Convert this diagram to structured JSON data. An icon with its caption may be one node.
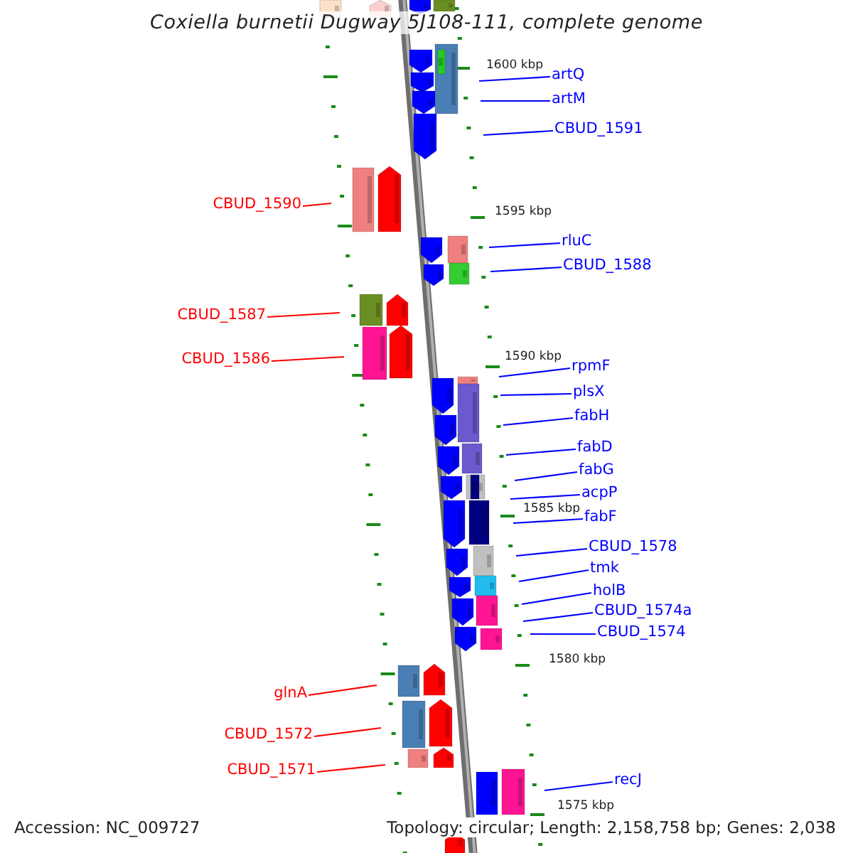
{
  "diagram": {
    "title": "Coxiella burnetii Dugway 5J108-111, complete genome",
    "nodes": [
      {
        "text": [
          "artQ"
        ]
      },
      {
        "text": [
          "artM"
        ]
      },
      {
        "text": [
          "CBUD_1591"
        ]
      },
      {
        "text": [
          "CBUD_1590"
        ]
      },
      {
        "text": [
          "rluC"
        ]
      },
      {
        "text": [
          "CBUD_1588"
        ]
      },
      {
        "text": [
          "CBUD_1587"
        ]
      },
      {
        "text": [
          "CBUD_1586"
        ]
      },
      {
        "text": [
          "rpmF"
        ]
      },
      {
        "text": [
          "plsX"
        ]
      },
      {
        "text": [
          "fabH"
        ]
      },
      {
        "text": [
          "fabD"
        ]
      },
      {
        "text": [
          "fabG"
        ]
      },
      {
        "text": [
          "acpP"
        ]
      },
      {
        "text": [
          "fabF"
        ]
      },
      {
        "text": [
          "CBUD_1578"
        ]
      },
      {
        "text": [
          "tmk"
        ]
      },
      {
        "text": [
          "holB"
        ]
      },
      {
        "text": [
          "CBUD_1574a"
        ]
      },
      {
        "text": [
          "CBUD_1574"
        ]
      },
      {
        "text": [
          "glnA"
        ]
      },
      {
        "text": [
          "CBUD_1572"
        ]
      },
      {
        "text": [
          "CBUD_1571"
        ]
      },
      {
        "text": [
          "recJ"
        ]
      }
    ],
    "edges": [
      {
        "from": 0,
        "to": null,
        "arrow": "none"
      },
      {
        "from": 1,
        "to": null,
        "arrow": "none"
      },
      {
        "from": 2,
        "to": null,
        "arrow": "none"
      },
      {
        "from": 3,
        "to": null,
        "arrow": "none",
        "color": "#ff0000"
      },
      {
        "from": 4,
        "to": null,
        "arrow": "none"
      },
      {
        "from": 5,
        "to": null,
        "arrow": "none"
      },
      {
        "from": 6,
        "to": null,
        "arrow": "none",
        "color": "#ff0000"
      },
      {
        "from": 7,
        "to": null,
        "arrow": "none",
        "color": "#ff0000"
      },
      {
        "from": 8,
        "to": null,
        "arrow": "none"
      },
      {
        "from": 9,
        "to": null,
        "arrow": "none"
      },
      {
        "from": 10,
        "to": null,
        "arrow": "none"
      },
      {
        "from": 11,
        "to": null,
        "arrow": "none"
      },
      {
        "from": 12,
        "to": null,
        "arrow": "none"
      },
      {
        "from": 13,
        "to": null,
        "arrow": "none"
      },
      {
        "from": 14,
        "to": null,
        "arrow": "none"
      },
      {
        "from": 15,
        "to": null,
        "arrow": "none"
      },
      {
        "from": 16,
        "to": null,
        "arrow": "none"
      },
      {
        "from": 17,
        "to": null,
        "arrow": "none"
      },
      {
        "from": 18,
        "to": null,
        "arrow": "none"
      },
      {
        "from": 19,
        "to": null,
        "arrow": "none"
      },
      {
        "from": 20,
        "to": null,
        "arrow": "none",
        "color": "#ff0000"
      },
      {
        "from": 21,
        "to": null,
        "arrow": "none",
        "color": "#ff0000"
      },
      {
        "from": 22,
        "to": null,
        "arrow": "none",
        "color": "#ff0000"
      },
      {
        "from": 23,
        "to": null,
        "arrow": "none"
      }
    ],
    "labels": [
      "1600 kbp",
      "1595 kbp",
      "1590 kbp",
      "1585 kbp",
      "1580 kbp",
      "1575 kbp",
      "Accession: NC_009727",
      "Topology: circular; Length: 2,158,758 bp; Genes: 2,038"
    ]
  }
}
